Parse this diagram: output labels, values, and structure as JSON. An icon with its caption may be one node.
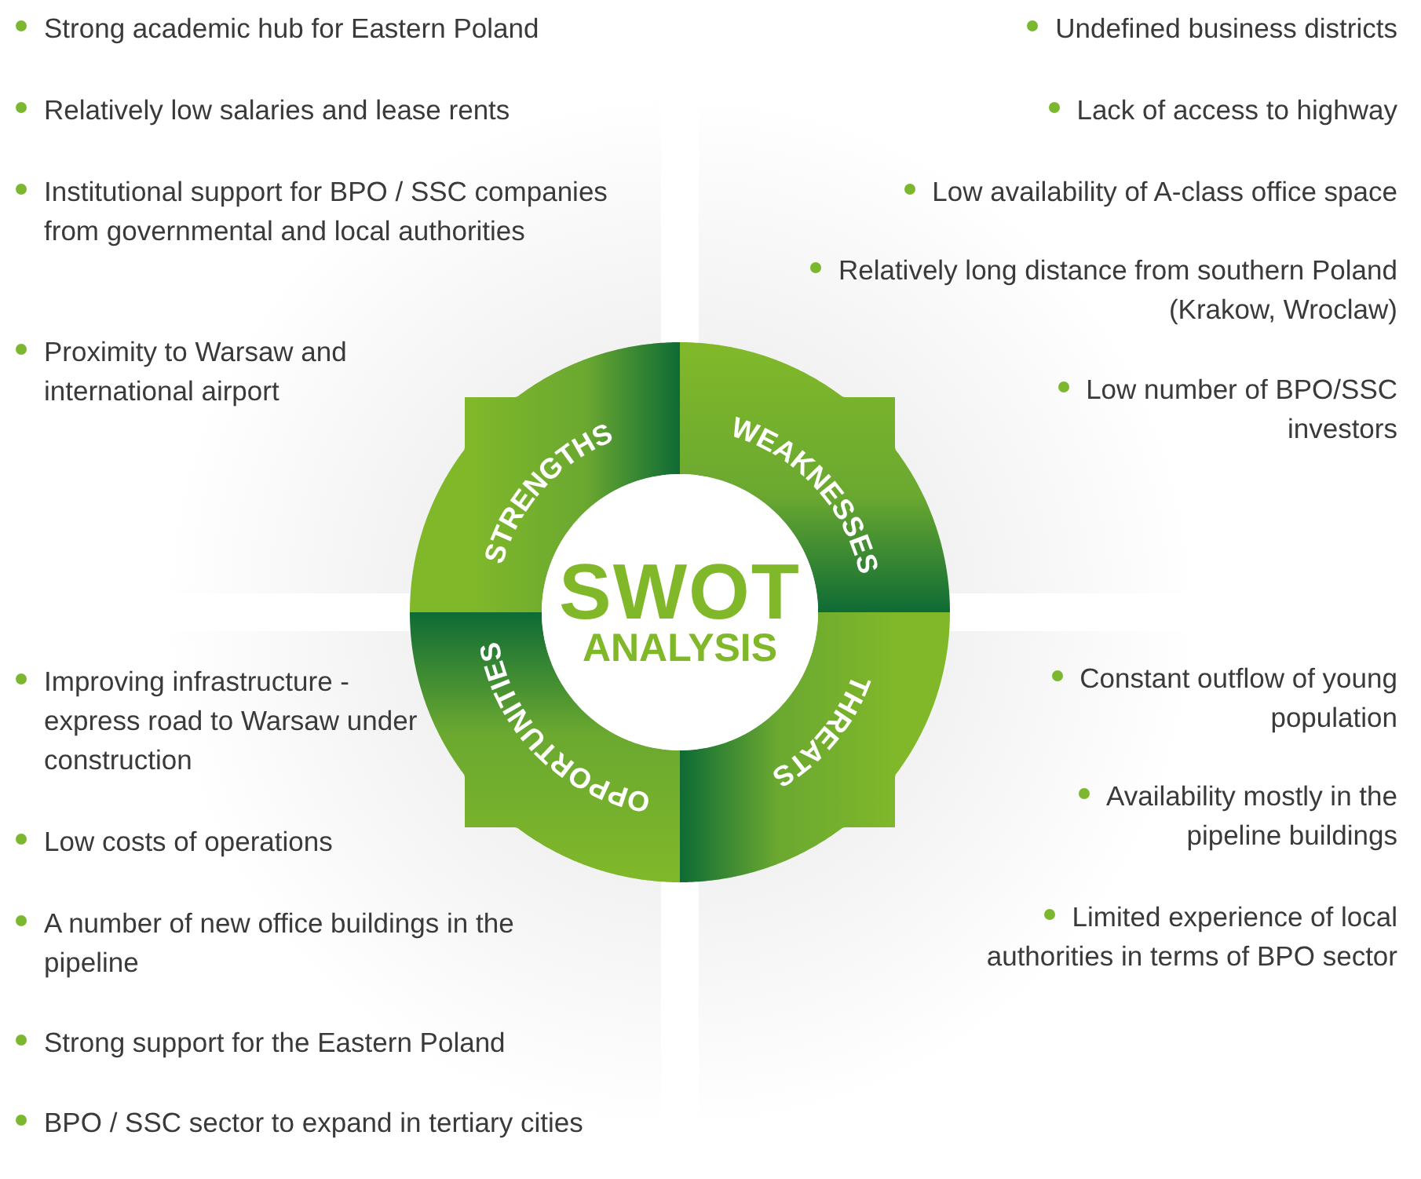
{
  "diagram": {
    "nodes": [
      {
        "text": [
          "SWOT",
          "ANALYSIS"
        ]
      },
      {
        "text": [
          "STRENGTHS"
        ]
      },
      {
        "text": [
          "WEAKNESSES"
        ]
      },
      {
        "text": [
          "OPPORTUNITIES"
        ]
      },
      {
        "text": [
          "THREATS"
        ]
      }
    ],
    "labels": [
      "Strong academic hub for Eastern Poland",
      "Relatively low salaries and lease rents",
      "Institutional support for BPO / SSC companies from governmental and local authorities",
      "Proximity to Warsaw and international airport",
      "Undefined business districts",
      "Lack of access to highway",
      "Low availability of A-class office space",
      "Relatively long distance from southern Poland (Krakow, Wroclaw)",
      "Low number of BPO/SSC investors",
      "Improving infrastructure - express road to Warsaw under construction",
      "Low costs of operations",
      "A number of new office buildings in the pipeline",
      "Strong support for the Eastern Poland",
      "BPO / SSC sector to expand in tertiary cities",
      "Constant outflow of young population",
      "Availability mostly in the pipeline buildings",
      "Limited experience of local authorities in terms of BPO sector"
    ]
  }
}
